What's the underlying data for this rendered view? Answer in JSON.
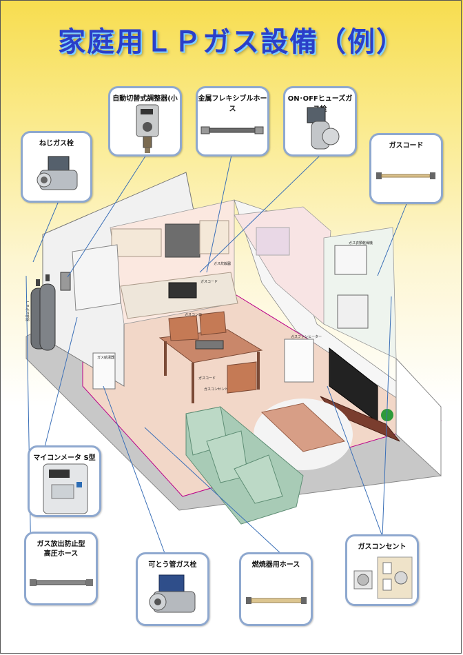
{
  "title": "家庭用ＬＰガス設備（例）",
  "cards": {
    "screw_valve": "ねじガス栓",
    "regulator": "自動切替式調整器(小型)",
    "flex_hose": "金属フレキシブルホース",
    "fuse_valve": "ON･OFFヒューズガス栓",
    "gas_cord": "ガスコード",
    "micom_meter": "マイコンメータ S型",
    "hp_hose_line1": "ガス放出防止型",
    "hp_hose_line2": "高圧ホース",
    "flexible_valve": "可とう管ガス栓",
    "burner_hose": "燃焼器用ホース",
    "gas_outlet": "ガスコンセント"
  },
  "scene_labels": {
    "cylinder": "ＬＰガス容器",
    "water_heater": "ガス給湯器",
    "table_stove": "ガスコンロ",
    "gas_cord_tag": "ガスコード",
    "outlet_tag": "ガスコンセント",
    "fan_heater": "ガスファンヒーター",
    "dryer": "ガス衣類乾燥機",
    "rice_cooker": "ガス炊飯器",
    "cord_small": "ガスコード"
  },
  "colors": {
    "title": "#2a3fc9",
    "card_border": "#8ea8cf",
    "floor": "#f2d7c8",
    "wall": "#f4f4f4",
    "sofa": "#a8cbb6",
    "wood": "#c9876a"
  }
}
